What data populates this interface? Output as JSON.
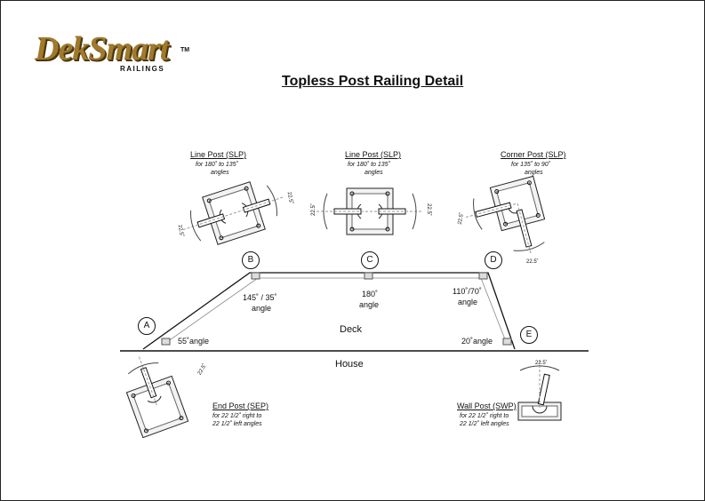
{
  "logo": {
    "brand": "DekSmart",
    "tm": "TM",
    "sub": "RAILINGS"
  },
  "title": "Topless Post Railing Detail",
  "posts": {
    "line_b": {
      "title": "Line Post (SLP)",
      "note1": "for 180˚ to 135˚",
      "note2": "angles",
      "angle1": "22.5˚",
      "angle2": "22.5˚"
    },
    "line_c": {
      "title": "Line Post (SLP)",
      "note1": "for 180˚ to 135˚",
      "note2": "angles",
      "angle1": "22.5˚",
      "angle2": "22.5˚"
    },
    "corner_d": {
      "title": "Corner Post (SLP)",
      "note1": "for 135˚ to 90˚",
      "note2": "angles",
      "angle1": "22.5˚",
      "angle2": "22.5˚"
    },
    "end": {
      "title": "End Post (SEP)",
      "note1": "for 22 1/2˚ right to",
      "note2": "22 1/2˚ left angles",
      "angle1": "22.5˚"
    },
    "wall": {
      "title": "Wall Post (SWP)",
      "note1": "for 22 1/2˚ right to",
      "note2": "22 1/2˚ left angles",
      "angle1": "22.5˚"
    }
  },
  "markers": {
    "a": "A",
    "b": "B",
    "c": "C",
    "d": "D",
    "e": "E"
  },
  "angles": {
    "a": "55˚angle",
    "b1": "145˚ / 35˚",
    "b2": "angle",
    "c1": "180˚",
    "c2": "angle",
    "d1": "110˚/70˚",
    "d2": "angle",
    "e": "20˚angle"
  },
  "areas": {
    "deck": "Deck",
    "house": "House"
  }
}
